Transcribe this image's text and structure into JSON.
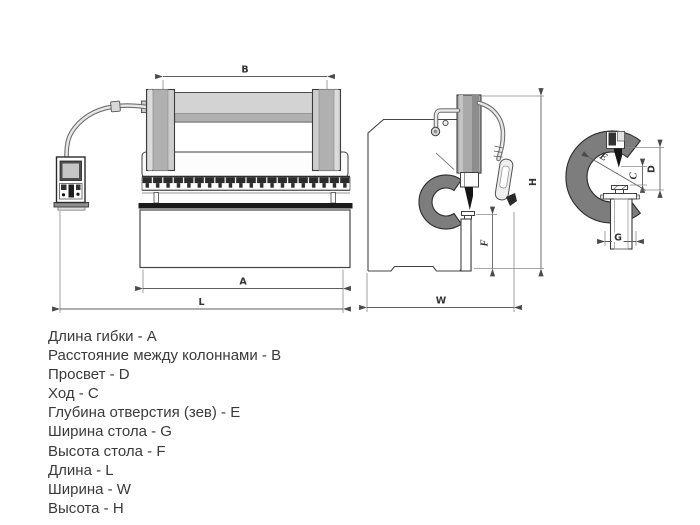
{
  "figure": {
    "dims": {
      "A": "A",
      "B": "B",
      "C": "C",
      "D": "D",
      "E": "E",
      "F": "F",
      "G": "G",
      "H": "H",
      "L": "L",
      "W": "W"
    }
  },
  "legend": {
    "items": [
      "Длина гибки - A",
      "Расстояние между колоннами - B",
      "Просвет - D",
      "Ход - C",
      "Глубина отверстия (зев) - E",
      "Ширина стола - G",
      "Высота стола - F",
      "Длина - L",
      "Ширина - W",
      "Высота - H"
    ]
  },
  "colors": {
    "background": "#ffffff",
    "light_gray": "#cdcdcd",
    "mid_gray": "#b0b0b0",
    "dark_gray": "#7d7d7d",
    "dim_line": "#5f5f5f",
    "text": "#3a3a3a"
  }
}
